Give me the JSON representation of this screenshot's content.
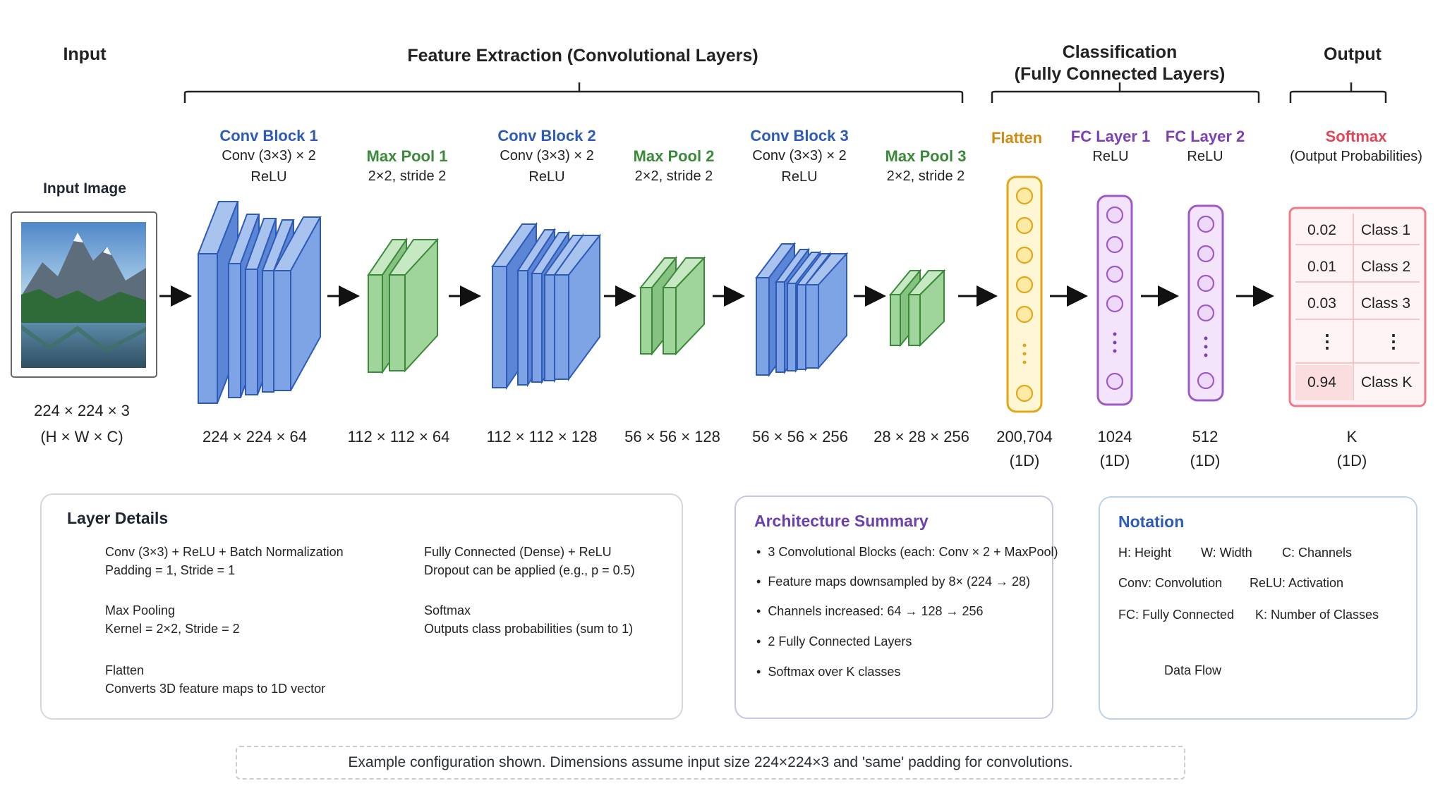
{
  "sections": {
    "input": "Input",
    "feature": "Feature Extraction (Convolutional Layers)",
    "classification_1": "Classification",
    "classification_2": "(Fully Connected Layers)",
    "output": "Output"
  },
  "input": {
    "label": "Input Image",
    "dims": "224 × 224 × 3",
    "dims_sub": "(H × W × C)"
  },
  "layers": {
    "conv1": {
      "name": "Conv Block 1",
      "line1": "Conv (3×3) × 2",
      "line2": "ReLU",
      "dims": "224 × 224 × 64"
    },
    "pool1": {
      "name": "Max Pool 1",
      "line1": "2×2, stride 2",
      "dims": "112 × 112 × 64"
    },
    "conv2": {
      "name": "Conv Block 2",
      "line1": "Conv (3×3) × 2",
      "line2": "ReLU",
      "dims": "112 × 112 × 128"
    },
    "pool2": {
      "name": "Max Pool 2",
      "line1": "2×2, stride 2",
      "dims": "56 × 56 × 128"
    },
    "conv3": {
      "name": "Conv Block 3",
      "line1": "Conv (3×3) × 2",
      "line2": "ReLU",
      "dims": "56 × 56 × 256"
    },
    "pool3": {
      "name": "Max Pool 3",
      "line1": "2×2, stride 2",
      "dims": "28 × 28 × 256"
    },
    "flatten": {
      "name": "Flatten",
      "dims": "200,704",
      "dims_sub": "(1D)"
    },
    "fc1": {
      "name": "FC Layer 1",
      "line1": "ReLU",
      "dims": "1024",
      "dims_sub": "(1D)"
    },
    "fc2": {
      "name": "FC Layer 2",
      "line1": "ReLU",
      "dims": "512",
      "dims_sub": "(1D)"
    },
    "softmax": {
      "name": "Softmax",
      "line1": "(Output Probabilities)",
      "dims": "K",
      "dims_sub": "(1D)"
    }
  },
  "output_table": {
    "rows": [
      {
        "prob": "0.02",
        "cls": "Class 1"
      },
      {
        "prob": "0.01",
        "cls": "Class 2"
      },
      {
        "prob": "0.03",
        "cls": "Class 3"
      },
      {
        "prob": "⋮",
        "cls": "⋮"
      },
      {
        "prob": "0.94",
        "cls": "Class K"
      }
    ]
  },
  "layer_details": {
    "title": "Layer Details",
    "conv": {
      "line1": "Conv (3×3) + ReLU + Batch Normalization",
      "line2": "Padding = 1, Stride = 1"
    },
    "pool": {
      "line1": "Max Pooling",
      "line2": "Kernel = 2×2, Stride = 2"
    },
    "flatten": {
      "line1": "Flatten",
      "line2": "Converts 3D feature maps to 1D vector"
    },
    "fc": {
      "line1": "Fully Connected (Dense) + ReLU",
      "line2": "Dropout can be applied (e.g., p = 0.5)"
    },
    "softmax": {
      "line1": "Softmax",
      "line2": "Outputs class probabilities (sum to 1)"
    }
  },
  "summary": {
    "title": "Architecture Summary",
    "items": [
      "3 Convolutional Blocks (each: Conv × 2 + MaxPool)",
      "Feature maps downsampled by 8× (224 → 28)",
      "Channels increased: 64 → 128 → 256",
      "2 Fully Connected Layers",
      "Softmax over K classes"
    ]
  },
  "notation": {
    "title": "Notation",
    "h": "H: Height",
    "w": "W: Width",
    "c": "C: Channels",
    "conv": "Conv: Convolution",
    "relu": "ReLU: Activation",
    "fc": "FC: Fully Connected",
    "k": "K: Number of Classes",
    "flow": "Data Flow"
  },
  "footer_note": "Example configuration shown. Dimensions assume input size 224×224×3 and 'same' padding for convolutions.",
  "colors": {
    "conv": "#7fa4e6",
    "pool": "#9fd49a",
    "flatten": "#f3c245",
    "fc": "#b57bd6",
    "softmax": "#f07a86"
  }
}
